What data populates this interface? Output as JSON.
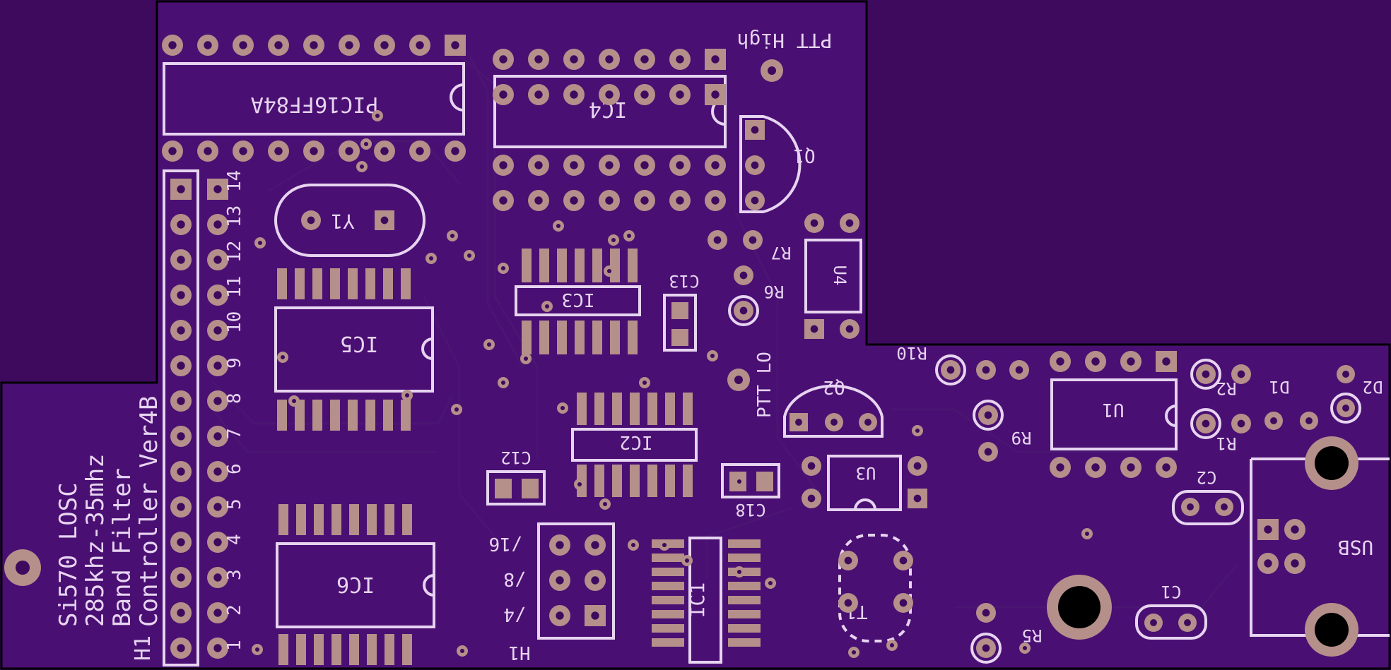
{
  "board": {
    "title_lines": [
      "Si570 LOSC",
      "285khz-35mhz",
      "Band Filter",
      "Controller Ver4B"
    ],
    "colors": {
      "background": "#3d0a5e",
      "board": "#4a0f73",
      "silk": "#e6d4f0",
      "pad": "#b58f8a"
    }
  },
  "labels": {
    "pic": "PIC16FF84A",
    "ic4": "IC4",
    "ptt_high": "PTT High",
    "q1": "Q1",
    "y1": "Y1",
    "ic3": "IC3",
    "c13": "C13",
    "r7": "R7",
    "r6_top": "R6",
    "u4": "U4",
    "ptt_lo": "PTT LO",
    "q2": "Q2",
    "r10": "R10",
    "ic5": "IC5",
    "ic2": "IC2",
    "c12": "C12",
    "c18": "C18",
    "u3": "U3",
    "u1": "U1",
    "r9": "R9",
    "r2": "R2",
    "r1": "R1",
    "d1": "D1",
    "d2": "D2",
    "c2": "C2",
    "usb": "USB",
    "ic6": "IC6",
    "h1": "H1",
    "div16": "/16",
    "div8": "/8",
    "div4": "/4",
    "ic1": "IC1",
    "t1": "T1",
    "r5": "R5",
    "c1": "C1",
    "h1_left": "H1",
    "header_numbers": [
      "1",
      "2",
      "3",
      "4",
      "5",
      "6",
      "7",
      "8",
      "9",
      "10",
      "11",
      "12",
      "13",
      "14"
    ]
  }
}
